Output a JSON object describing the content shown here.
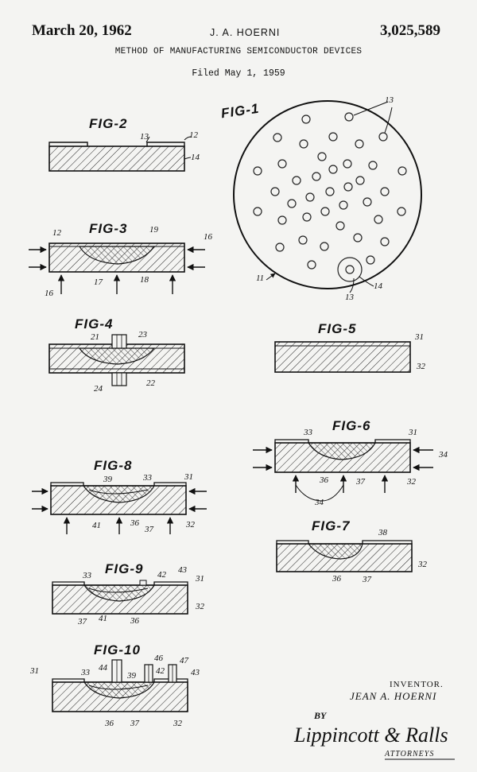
{
  "header": {
    "date": "March 20, 1962",
    "inventor_short": "J. A. HOERNI",
    "patent_number": "3,025,589",
    "title": "METHOD OF MANUFACTURING SEMICONDUCTOR DEVICES",
    "filed": "Filed May 1, 1959"
  },
  "figures": {
    "fig1": {
      "label": "FIG-1",
      "refs": [
        "13",
        "11",
        "14",
        "13"
      ]
    },
    "fig2": {
      "label": "FIG-2",
      "refs": [
        "13",
        "12",
        "14"
      ]
    },
    "fig3": {
      "label": "FIG-3",
      "refs": [
        "12",
        "19",
        "16",
        "16",
        "17",
        "18"
      ]
    },
    "fig4": {
      "label": "FIG-4",
      "refs": [
        "21",
        "23",
        "24",
        "22"
      ]
    },
    "fig5": {
      "label": "FIG-5",
      "refs": [
        "31",
        "32"
      ]
    },
    "fig6": {
      "label": "FIG-6",
      "refs": [
        "33",
        "31",
        "34",
        "36",
        "37",
        "32",
        "34"
      ]
    },
    "fig7": {
      "label": "FIG-7",
      "refs": [
        "38",
        "32",
        "36",
        "37"
      ]
    },
    "fig8": {
      "label": "FIG-8",
      "refs": [
        "39",
        "33",
        "31",
        "41",
        "36",
        "37",
        "32"
      ]
    },
    "fig9": {
      "label": "FIG-9",
      "refs": [
        "33",
        "42",
        "43",
        "31",
        "32",
        "37",
        "41",
        "36"
      ]
    },
    "fig10": {
      "label": "FIG-10",
      "refs": [
        "31",
        "33",
        "44",
        "39",
        "46",
        "42",
        "47",
        "43",
        "36",
        "37",
        "32"
      ]
    }
  },
  "signature": {
    "inventor_label": "INVENTOR.",
    "inventor_name": "JEAN A. HOERNI",
    "by": "BY",
    "firm": "Lippincott & Ralls",
    "attorneys": "ATTORNEYS"
  }
}
